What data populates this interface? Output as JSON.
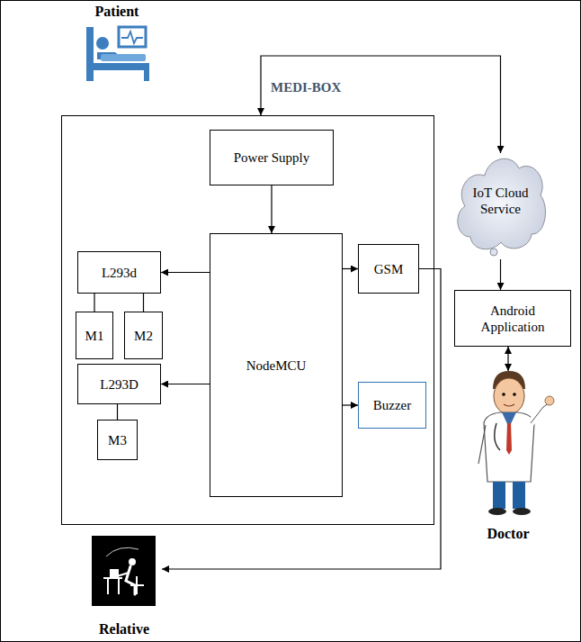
{
  "diagram": {
    "nodes": [
      {
        "text": [
          "Patient"
        ]
      },
      {
        "text": [
          "MEDI-BOX"
        ]
      },
      {
        "text": [
          "Power Supply"
        ],
        "in": 1
      },
      {
        "text": [
          "L293d"
        ],
        "in": 1
      },
      {
        "text": [
          "M1"
        ],
        "in": 1
      },
      {
        "text": [
          "M2"
        ],
        "in": 1
      },
      {
        "text": [
          "NodeMCU"
        ],
        "in": 1
      },
      {
        "text": [
          "GSM"
        ],
        "in": 1
      },
      {
        "text": [
          "L293D"
        ],
        "in": 1
      },
      {
        "text": [
          "M3"
        ],
        "in": 1
      },
      {
        "text": [
          "Buzzer"
        ],
        "in": 1
      },
      {
        "text": [
          "IoT Cloud Service"
        ]
      },
      {
        "text": [
          "Android Application"
        ]
      },
      {
        "text": [
          "Doctor"
        ]
      },
      {
        "text": [
          "Relative"
        ]
      }
    ],
    "edges": [
      {
        "from": 2,
        "to": 6,
        "arrow": "to"
      },
      {
        "from": 6,
        "to": 3,
        "arrow": "to"
      },
      {
        "from": 6,
        "to": 7,
        "arrow": "to"
      },
      {
        "from": 6,
        "to": 8,
        "arrow": "to"
      },
      {
        "from": 6,
        "to": 10,
        "arrow": "to"
      },
      {
        "from": 3,
        "to": 4,
        "arrow": "none"
      },
      {
        "from": 3,
        "to": 5,
        "arrow": "none"
      },
      {
        "from": 8,
        "to": 9,
        "arrow": "none"
      },
      {
        "from": 7,
        "to": 14,
        "arrow": "to"
      },
      {
        "from": 1,
        "to": 11,
        "arrow": "both"
      },
      {
        "from": 11,
        "to": 12,
        "arrow": "to"
      },
      {
        "from": 12,
        "to": 13,
        "arrow": "both"
      }
    ]
  }
}
